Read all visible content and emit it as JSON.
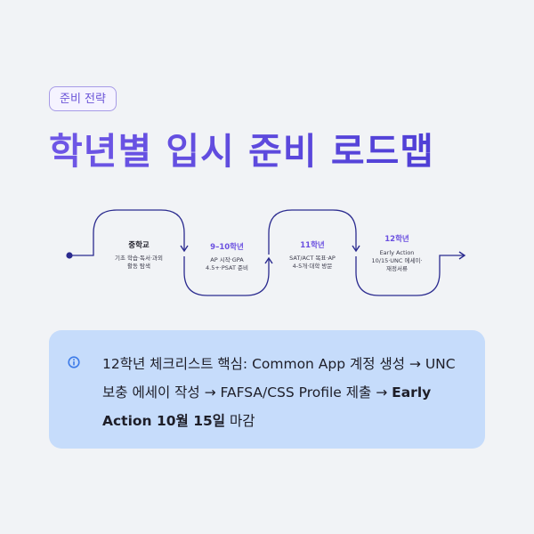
{
  "badge": "준비 전략",
  "title": "학년별 입시 준비 로드맵",
  "colors": {
    "accent": "#5a46dd",
    "line": "#2b2b8f",
    "callout_bg": "#c6dcfb",
    "icon_blue": "#3d7be8"
  },
  "stages": [
    {
      "title": "중학교",
      "lines": [
        "기초 학습·독서·과외",
        "활동 탐색"
      ]
    },
    {
      "title": "9–10학년",
      "lines": [
        "AP 시작·GPA",
        "4.5+·PSAT 준비"
      ]
    },
    {
      "title": "11학년",
      "lines": [
        "SAT/ACT 목표·AP",
        "4-5개·대학 방문"
      ]
    },
    {
      "title": "12학년",
      "lines": [
        "Early Action",
        "10/15·UNC 에세이·",
        "재정서류"
      ]
    }
  ],
  "callout": {
    "icon": "info-icon",
    "lead": "12학년 체크리스트 핵심: Common App 계정 생성 → UNC 보충 에세이 작성 → FAFSA/CSS Profile 제출 → ",
    "bold": "Early Action 10월 15일",
    "tail": " 마감"
  }
}
